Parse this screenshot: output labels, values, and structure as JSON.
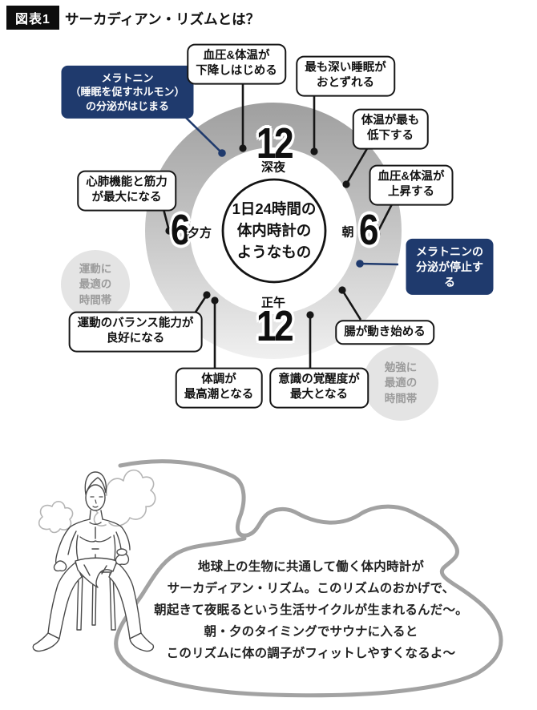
{
  "header": {
    "badge": "図表1",
    "title": "サーカディアン・リズムとは？"
  },
  "clock": {
    "center": "1日24時間の\n体内時計の\nようなもの",
    "times": [
      {
        "num": "12",
        "period": "深夜"
      },
      {
        "num": "6",
        "period": "朝"
      },
      {
        "num": "12",
        "period": "正午"
      },
      {
        "num": "6",
        "period": "夕方"
      }
    ],
    "events": [
      {
        "id": "melatonin-start",
        "text": "メラトニン\n（睡眠を促すホルモン）\nの分泌がはじまる",
        "style": "navy"
      },
      {
        "id": "bp-drop",
        "text": "血圧&体温が\n下降しはじめる",
        "style": "white"
      },
      {
        "id": "deep-sleep",
        "text": "最も深い睡眠が\nおとずれる",
        "style": "white"
      },
      {
        "id": "temp-low",
        "text": "体温が最も\n低下する",
        "style": "white"
      },
      {
        "id": "bp-rise",
        "text": "血圧&体温が\n上昇する",
        "style": "white"
      },
      {
        "id": "melatonin-stop",
        "text": "メラトニンの\n分泌が停止する",
        "style": "navy"
      },
      {
        "id": "gut-active",
        "text": "腸が動き始める",
        "style": "white"
      },
      {
        "id": "alertness-max",
        "text": "意識の覚醒度が\n最大となる",
        "style": "white"
      },
      {
        "id": "condition-peak",
        "text": "体調が\n最高潮となる",
        "style": "white"
      },
      {
        "id": "balance-good",
        "text": "運動のバランス能力が\n良好になる",
        "style": "white"
      },
      {
        "id": "cardio-max",
        "text": "心肺機能と筋力\nが最大になる",
        "style": "white"
      }
    ],
    "zones": [
      {
        "id": "exercise",
        "text": "運動に\n最適の\n時間帯"
      },
      {
        "id": "study",
        "text": "勉強に\n最適の\n時間帯"
      }
    ]
  },
  "footer": {
    "speech": "地球上の生物に共通して働く体内時計が\nサーカディアン・リズム。このリズムのおかげで、\n朝起きて夜眠るという生活サイクルが生まれるんだ〜。\n朝・夕のタイミングでサウナに入ると\nこのリズムに体の調子がフィットしやすくなるよ〜"
  },
  "colors": {
    "navy": "#1f3a6d",
    "ring_top": "#9f9f9f",
    "ring_bottom": "#f0f0f0",
    "zone_bg": "#e4e4e4",
    "zone_text": "#9b9b9b",
    "line": "#161616",
    "bubble": "#a2a2a2"
  }
}
